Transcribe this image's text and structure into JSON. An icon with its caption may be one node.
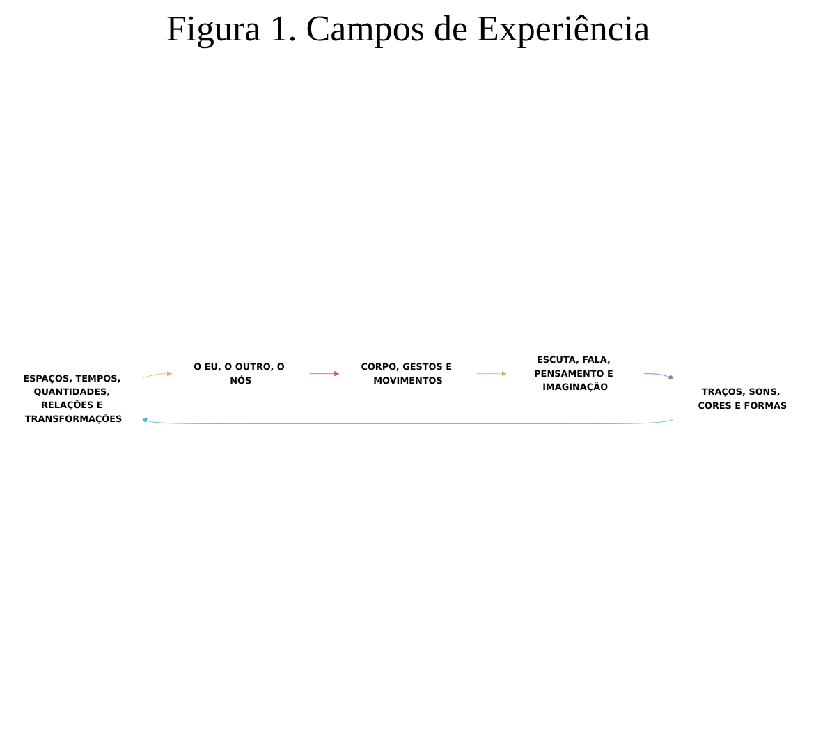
{
  "diagram": {
    "title": "Figura 1. Campos de Experiência",
    "nodes": [
      {
        "text": [
          "ESPAÇOS, TEMPOS, QUANTIDADES, RELAÇÕES E TRANSFORMAÇÕES"
        ]
      },
      {
        "text": [
          "O EU, O OUTRO, O NÓS"
        ]
      },
      {
        "text": [
          "CORPO, GESTOS E MOVIMENTOS"
        ]
      },
      {
        "text": [
          "ESCUTA, FALA, PENSAMENTO E IMAGINAÇÃO"
        ]
      },
      {
        "text": [
          "TRAÇOS, SONS, CORES E FORMAS"
        ]
      }
    ],
    "edges": [
      {
        "from": 0,
        "to": 1,
        "arrow": "to",
        "color": "#f4a95a"
      },
      {
        "from": 1,
        "to": 2,
        "arrow": "to",
        "color": "#cc6158"
      },
      {
        "from": 2,
        "to": 3,
        "arrow": "to",
        "color": "#a4c46a"
      },
      {
        "from": 3,
        "to": 4,
        "arrow": "to",
        "color": "#8e72b0"
      },
      {
        "from": 4,
        "to": 0,
        "arrow": "to",
        "color": "#4db6cf"
      }
    ]
  }
}
